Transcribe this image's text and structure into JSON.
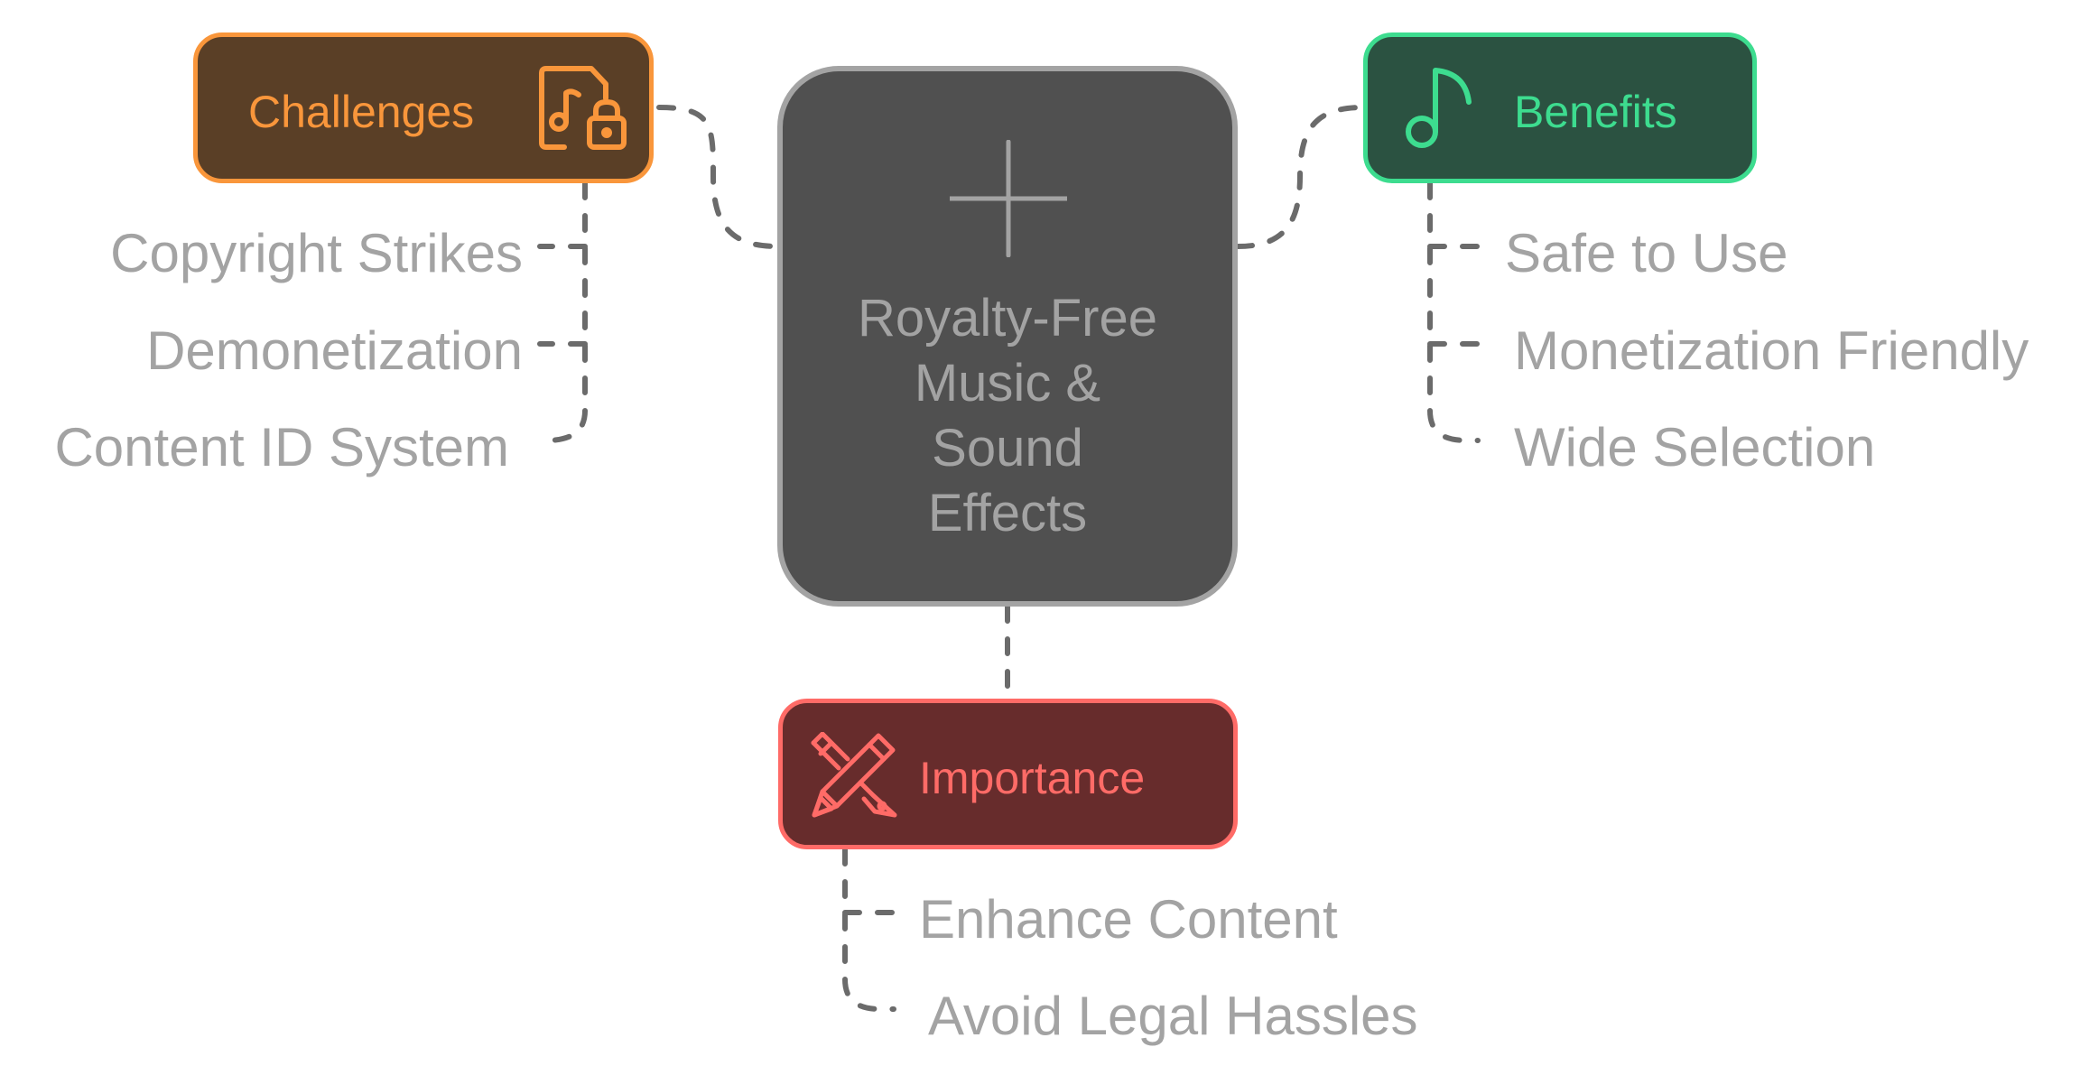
{
  "diagram": {
    "central": {
      "lines": [
        "Royalty-Free",
        "Music &",
        "Sound",
        "Effects"
      ],
      "icon": "plus-icon",
      "colors": {
        "fill": "#505050",
        "stroke": "#a3a3a3",
        "text": "#a3a3a3"
      }
    },
    "challenges": {
      "label": "Challenges",
      "icon": "music-file-lock-icon",
      "colors": {
        "fill": "#5a3f26",
        "stroke": "#f9963b",
        "text": "#f9963b"
      },
      "items": [
        "Copyright Strikes",
        "Demonetization",
        "Content ID System"
      ]
    },
    "benefits": {
      "label": "Benefits",
      "icon": "music-note-icon",
      "colors": {
        "fill": "#2b5241",
        "stroke": "#3ddc8f",
        "text": "#3ddc8f"
      },
      "items": [
        "Safe to Use",
        "Monetization Friendly",
        "Wide Selection"
      ]
    },
    "importance": {
      "label": "Importance",
      "icon": "pen-pencil-crossed-icon",
      "colors": {
        "fill": "#672c2c",
        "stroke": "#ff6b67",
        "text": "#ff6b67"
      },
      "items": [
        "Enhance Content",
        "Avoid Legal Hassles"
      ]
    },
    "connector_color": "#6b6b6b",
    "item_text_color": "#a3a3a3"
  }
}
